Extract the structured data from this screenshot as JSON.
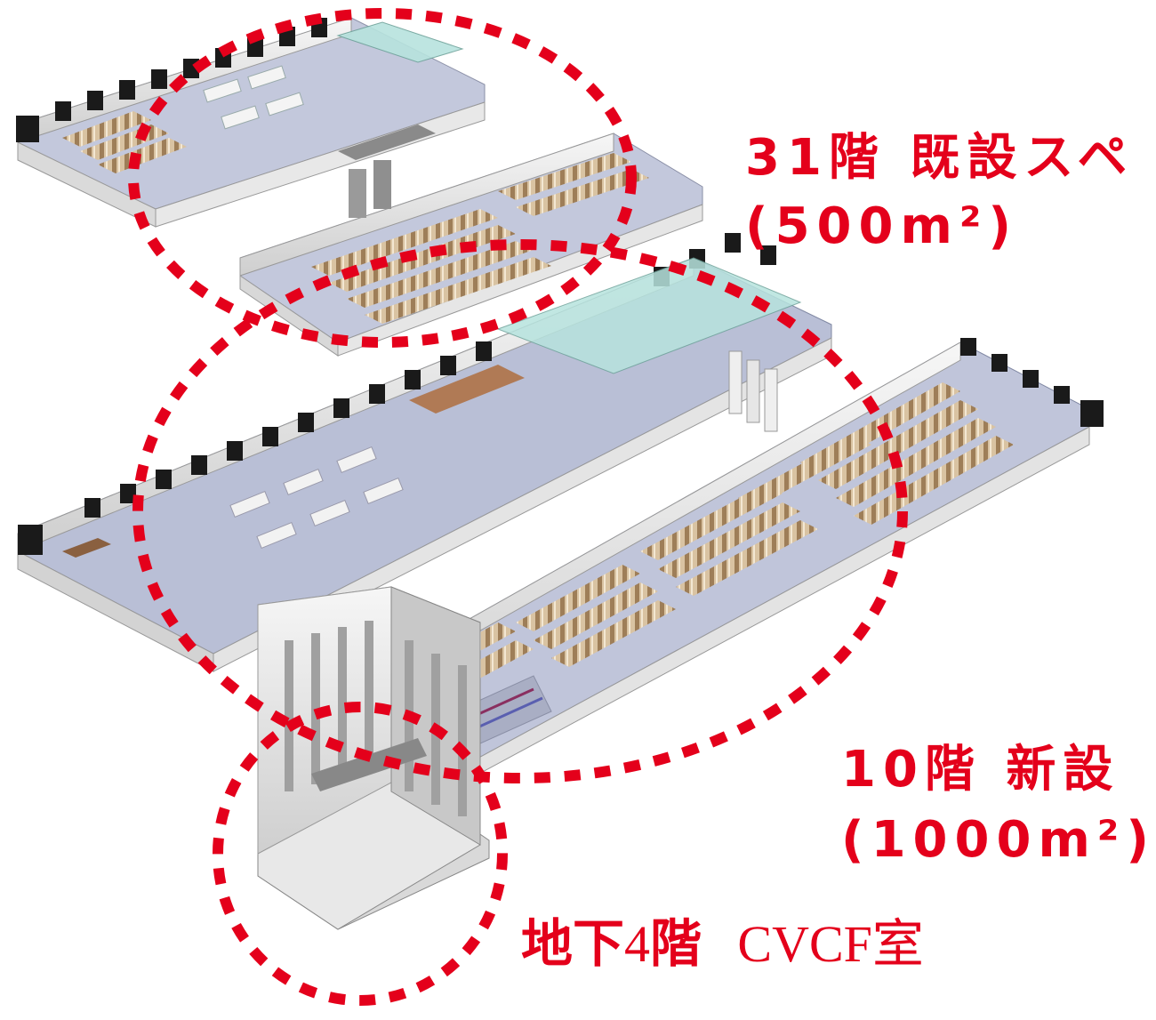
{
  "labels": {
    "floor31": {
      "title": "31階 既設スペ",
      "area": "(500m²)"
    },
    "floor10": {
      "title": "10階 新設",
      "area": "(1000m²)"
    },
    "basement": {
      "prefix": "地下",
      "number": "4",
      "suffix": "階",
      "room": "CVCF室"
    }
  },
  "colors": {
    "highlight": "#e4001b",
    "floor": "#b9bfd6",
    "wall": "#eeeeee",
    "rack": "#c8a882",
    "window": "#1a1a1a",
    "glass": "#b7e3de"
  }
}
